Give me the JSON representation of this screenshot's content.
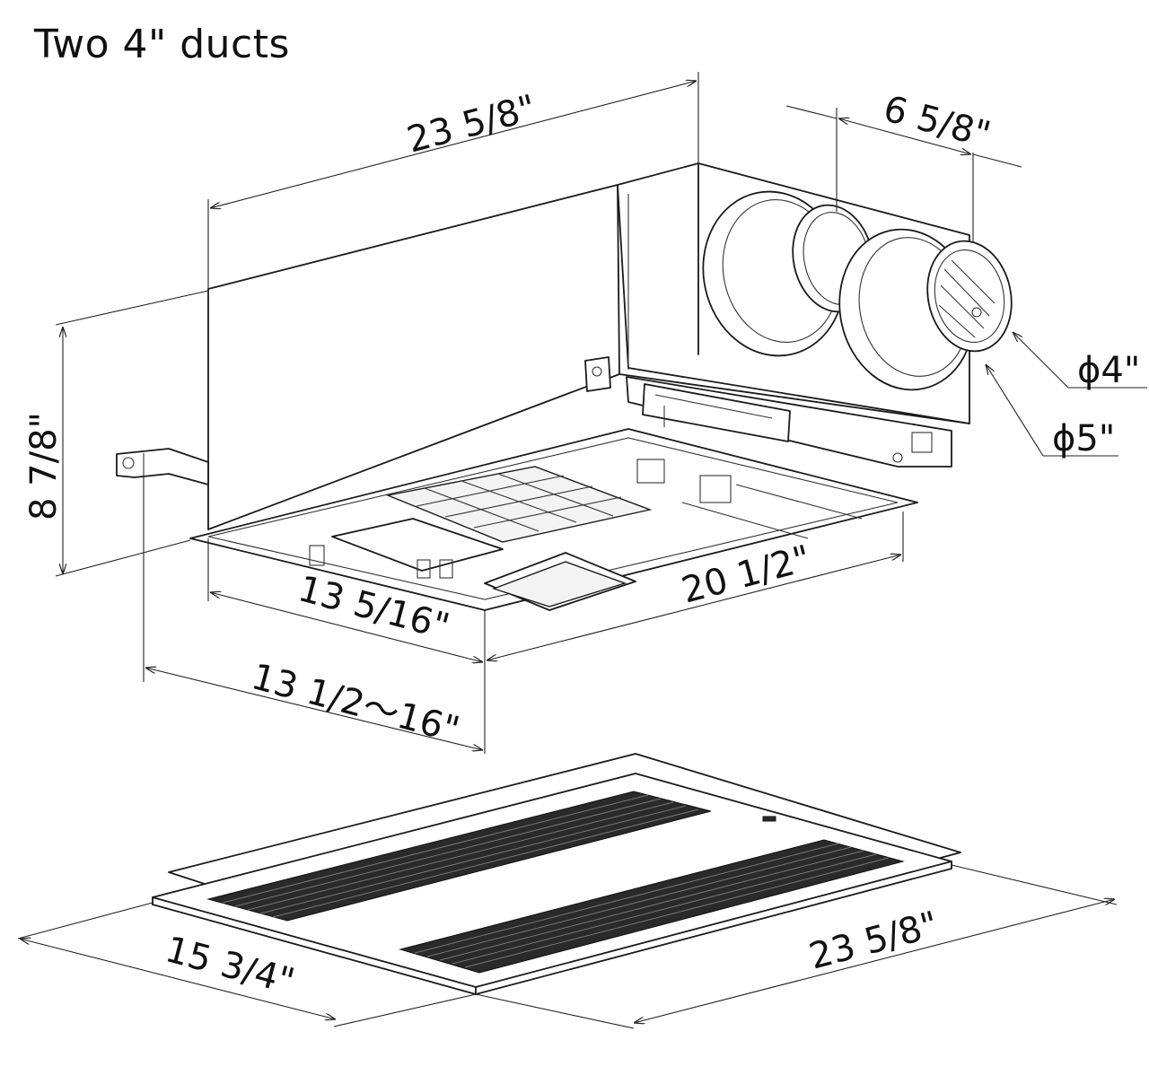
{
  "title": "Two 4\" ducts",
  "dimensions": {
    "top_length": "23 5/8\"",
    "duct_spacing": "6 5/8\"",
    "duct_inner_diameter": "ϕ4\"",
    "duct_outer_diameter": "ϕ5\"",
    "height": "8 7/8\"",
    "frame_depth": "13 5/16\"",
    "frame_width": "20 1/2\"",
    "joist_range": "13 1/2～16\"",
    "grille_depth": "15 3/4\"",
    "grille_length": "23 5/8\""
  },
  "colors": {
    "line": "#1a1a1a",
    "grille": "#2a2a2a",
    "background": "#ffffff"
  }
}
